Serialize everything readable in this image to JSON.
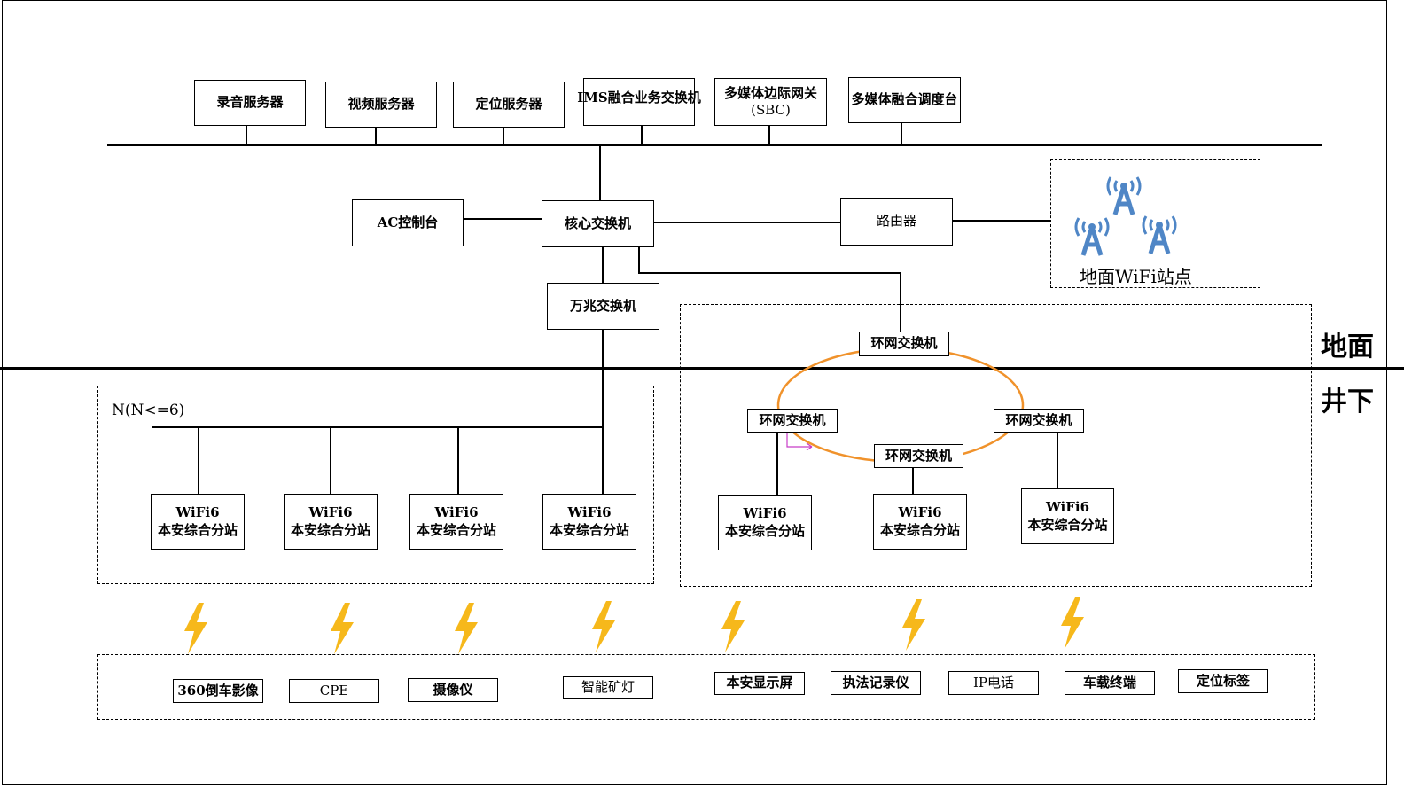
{
  "servers": {
    "recording": "录音服务器",
    "video": "视频服务器",
    "positioning": "定位服务器",
    "ims": "IMS融合业务交换机",
    "sbc_line1": "多媒体边际网关",
    "sbc_line2": "(SBC)",
    "dispatch": "多媒体融合调度台"
  },
  "core": {
    "ac": "AC控制台",
    "core_switch": "核心交换机",
    "router": "路由器",
    "ten_gig": "万兆交换机",
    "ground_wifi": "地面WiFi站点"
  },
  "ring": {
    "top": "环网交换机",
    "left": "环网交换机",
    "middle": "环网交换机",
    "right": "环网交换机"
  },
  "zones": {
    "surface": "地面",
    "underground": "井下",
    "n_label": "N(N<=6)"
  },
  "substation": {
    "line1": "WiFi6",
    "line2": "本安综合分站"
  },
  "terminals": [
    "360倒车影像",
    "CPE",
    "摄像仪",
    "智能矿灯",
    "本安显示屏",
    "执法记录仪",
    "IP电话",
    "车载终端",
    "定位标签"
  ],
  "colors": {
    "ring": "#f0922b",
    "bolt": "#f6b81b",
    "tower": "#4f86c6",
    "marker": "#c83cc8"
  }
}
